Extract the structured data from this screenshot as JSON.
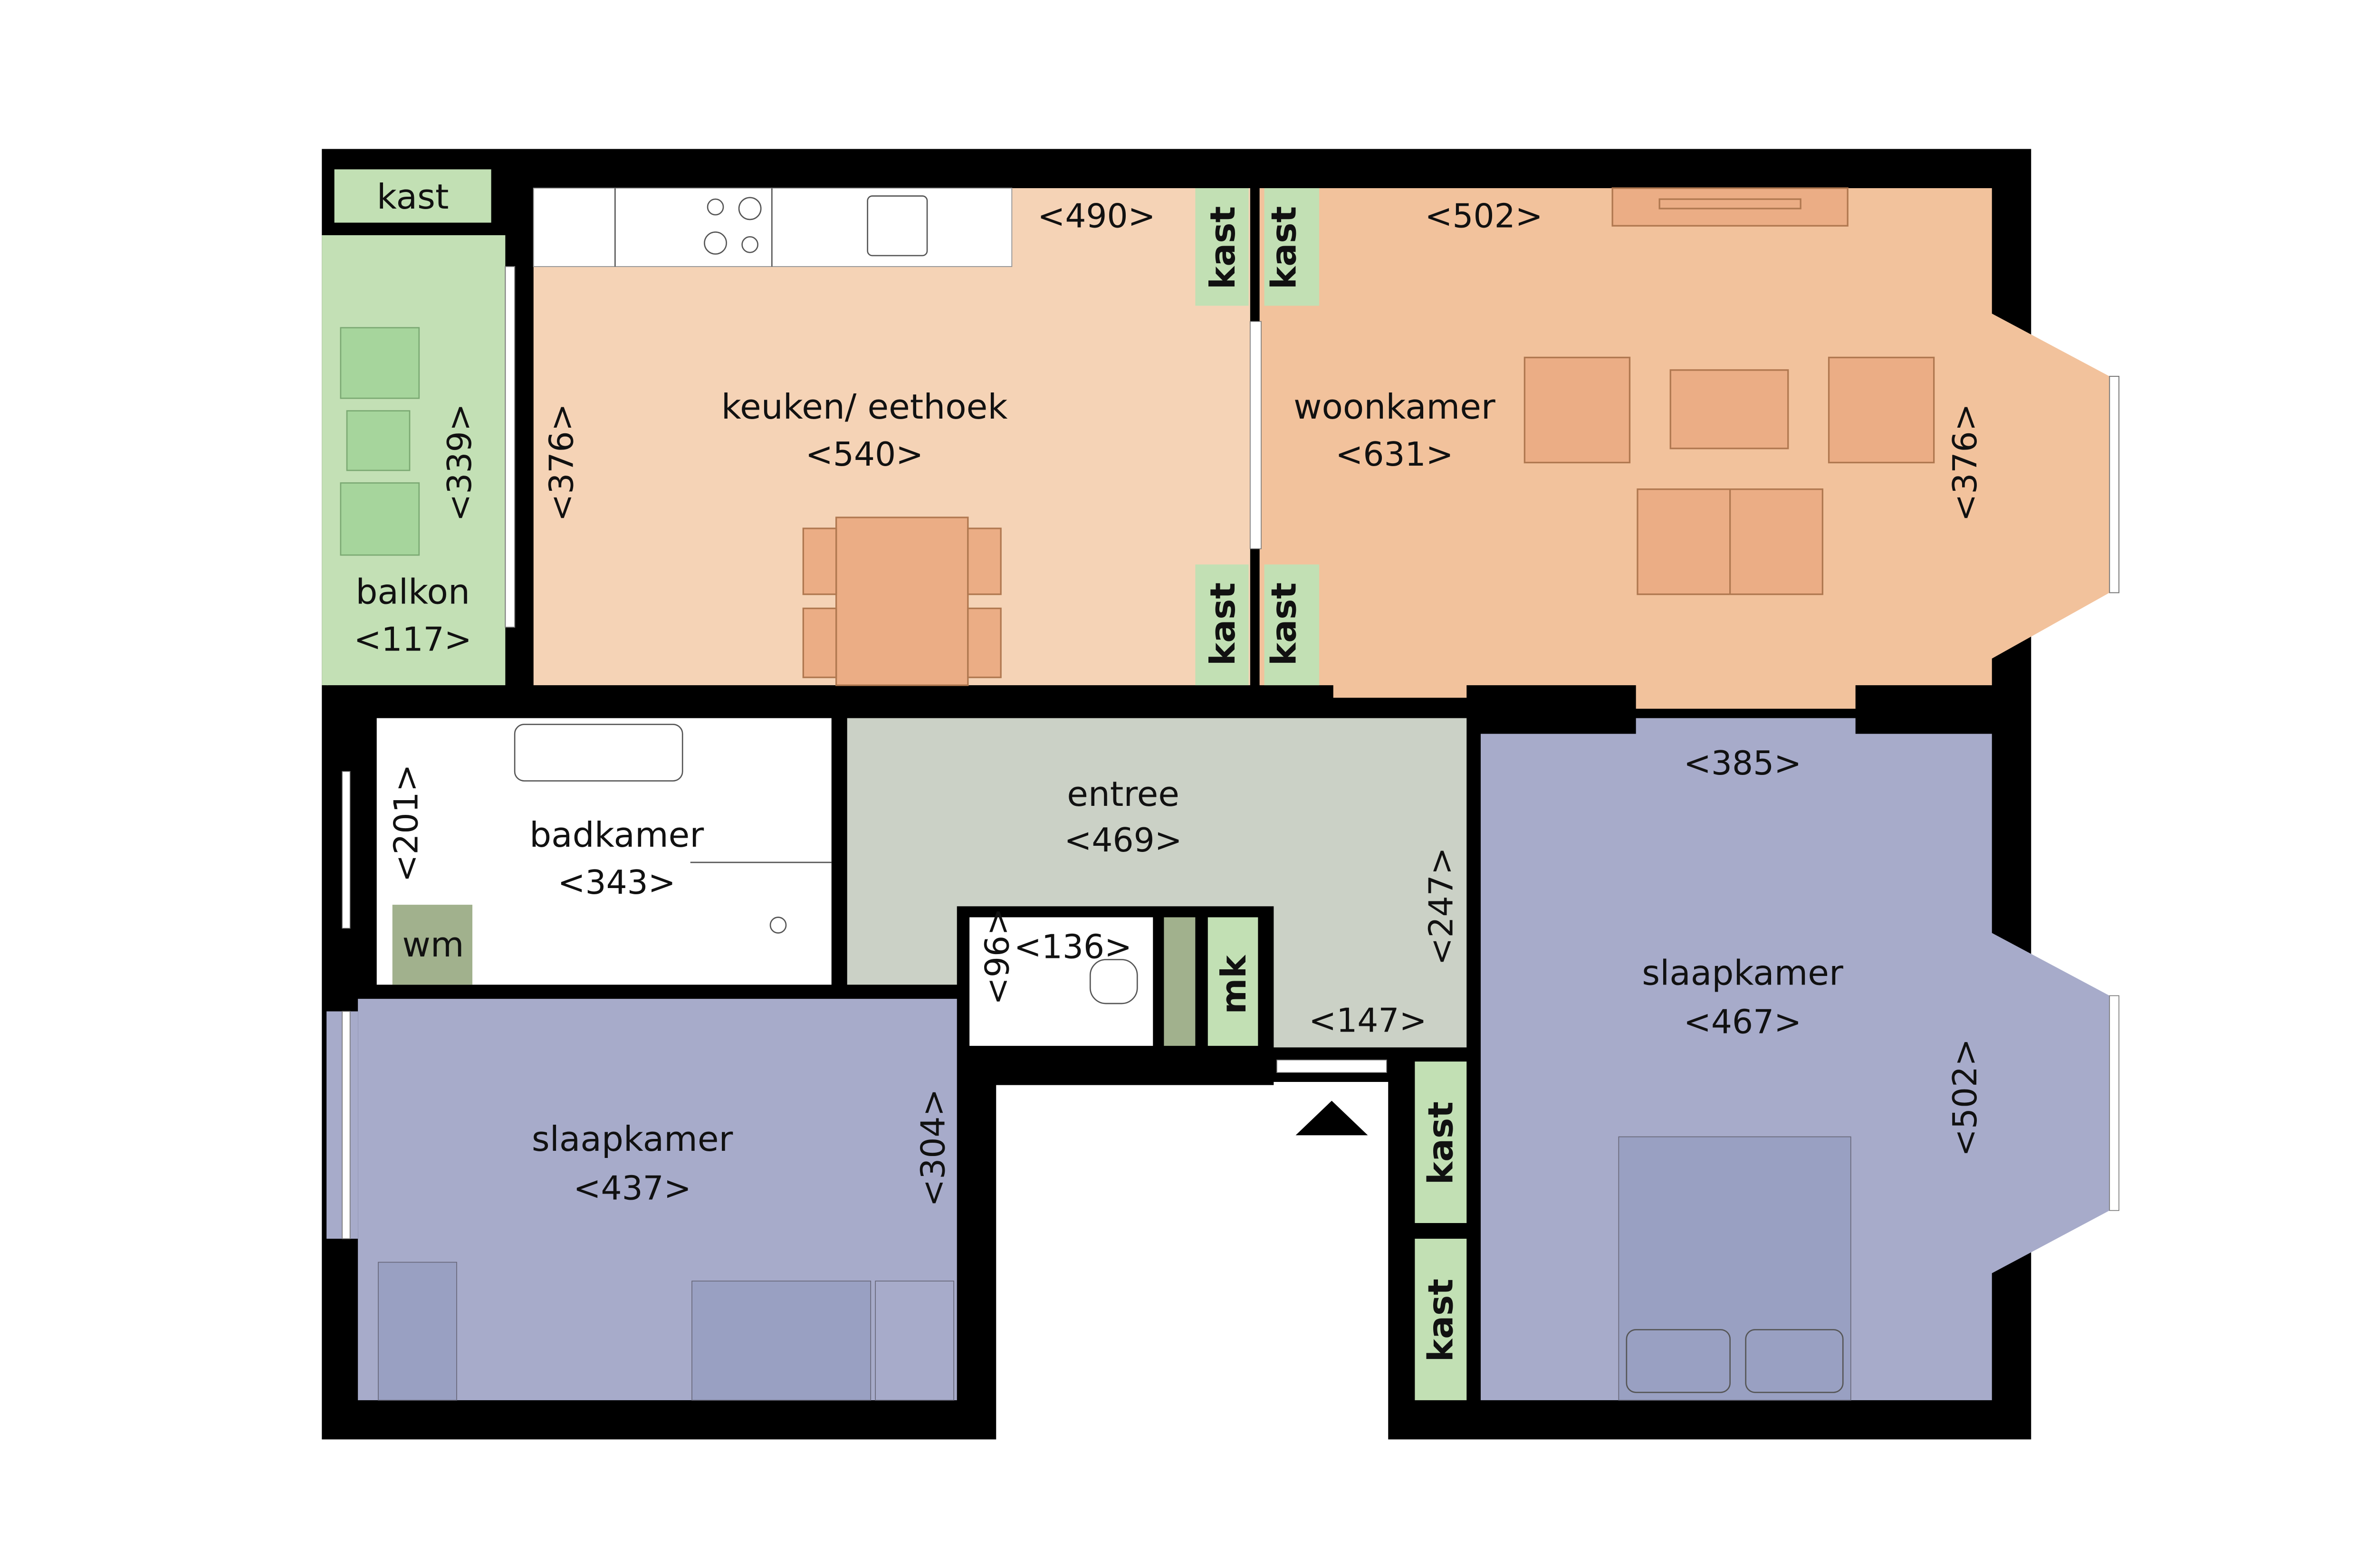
{
  "colors": {
    "wall": "#000000",
    "green": "#c2e0b4",
    "dark_green": "#a1b18d",
    "kitchen": "#f5d3b6",
    "living": "#f2c29c",
    "furniture": "#ebad85",
    "entree": "#cbd1c6",
    "bedroom": "#a7abca",
    "bed": "#99a0c2",
    "white": "#ffffff"
  },
  "rooms": {
    "kast_top": {
      "name": "kast"
    },
    "balkon": {
      "name": "balkon",
      "size": "<117>",
      "dim_side": "<339>"
    },
    "keuken": {
      "name": "keuken/ eethoek",
      "size": "<540>",
      "dim_top": "<490>",
      "dim_side": "<376>"
    },
    "woonkamer": {
      "name": "woonkamer",
      "size": "<631>",
      "dim_top": "<502>",
      "dim_side": "<376>"
    },
    "kast_pair_top": [
      "kast",
      "kast"
    ],
    "kast_pair_bottom": [
      "kast",
      "kast"
    ],
    "badkamer": {
      "name": "badkamer",
      "size": "<343>",
      "dim_side": "<201>"
    },
    "wm": {
      "name": "wm"
    },
    "entree": {
      "name": "entree",
      "size": "<469>",
      "dim_side": "<247>",
      "dim_door": "<147>"
    },
    "toilet": {
      "dim_side": "<96>",
      "dim_top": "<136>"
    },
    "mk": {
      "name": "mk"
    },
    "slaapkamer_left": {
      "name": "slaapkamer",
      "size": "<437>",
      "dim_side": "<304>"
    },
    "slaapkamer_right": {
      "name": "slaapkamer",
      "size": "<467>",
      "dim_top": "<385>",
      "dim_side": "<502>"
    },
    "kast_right": [
      "kast",
      "kast"
    ]
  }
}
